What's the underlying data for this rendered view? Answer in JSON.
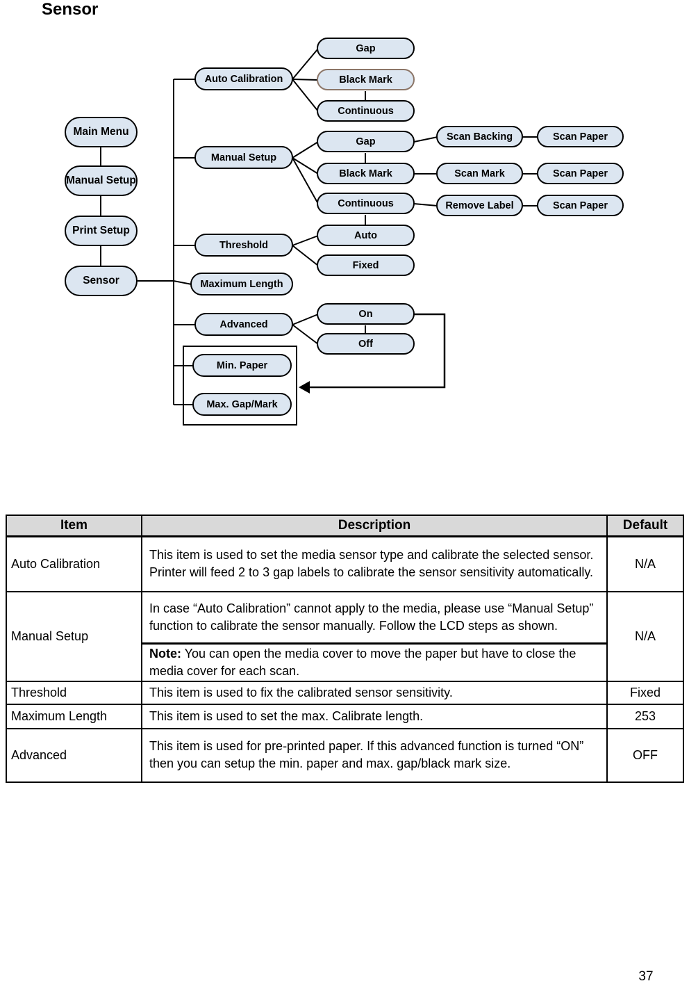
{
  "page": {
    "title": "Sensor",
    "page_number": "37"
  },
  "diagram": {
    "colors": {
      "node_fill": "#dce6f1",
      "node_border": "#000000",
      "highlight_border": "#8c7668"
    },
    "nodes": {
      "main_menu": "Main Menu",
      "manual_setup_left": "Manual Setup",
      "print_setup": "Print Setup",
      "sensor": "Sensor",
      "auto_calibration": "Auto Calibration",
      "manual_setup": "Manual Setup",
      "threshold": "Threshold",
      "maximum_length": "Maximum Length",
      "advanced": "Advanced",
      "min_paper": "Min. Paper",
      "max_gap_mark": "Max. Gap/Mark",
      "ac_gap": "Gap",
      "ac_black_mark": "Black Mark",
      "ac_continuous": "Continuous",
      "ms_gap": "Gap",
      "ms_black_mark": "Black Mark",
      "ms_continuous": "Continuous",
      "th_auto": "Auto",
      "th_fixed": "Fixed",
      "adv_on": "On",
      "adv_off": "Off",
      "scan_backing": "Scan Backing",
      "scan_mark": "Scan Mark",
      "remove_label": "Remove Label",
      "scan_paper_1": "Scan Paper",
      "scan_paper_2": "Scan Paper",
      "scan_paper_3": "Scan Paper"
    }
  },
  "table": {
    "header": {
      "item": "Item",
      "description": "Description",
      "default": "Default"
    },
    "rows": {
      "auto_calibration": {
        "item": "Auto Calibration",
        "description": "This item is used to set the media sensor type and calibrate the selected sensor. Printer will feed 2 to 3 gap labels to calibrate the sensor sensitivity automatically.",
        "default": "N/A"
      },
      "manual_setup": {
        "item": "Manual Setup",
        "description_main": "In case “Auto Calibration” cannot apply to the media, please use “Manual Setup” function to calibrate the sensor manually. Follow the LCD steps as shown.",
        "note_label": "Note:",
        "note_text": " You can open the media cover to move the paper but have to close the media cover for each scan.",
        "default": "N/A"
      },
      "threshold": {
        "item": "Threshold",
        "description": "This item is used to fix the calibrated sensor sensitivity.",
        "default": "Fixed"
      },
      "maximum_length": {
        "item": "Maximum Length",
        "description": "This item is used to set the max. Calibrate length.",
        "default": "253"
      },
      "advanced": {
        "item": "Advanced",
        "description": "This item is used for pre-printed paper. If this advanced function is turned “ON” then you can setup the min. paper and max. gap/black mark size.",
        "default": "OFF"
      }
    }
  }
}
